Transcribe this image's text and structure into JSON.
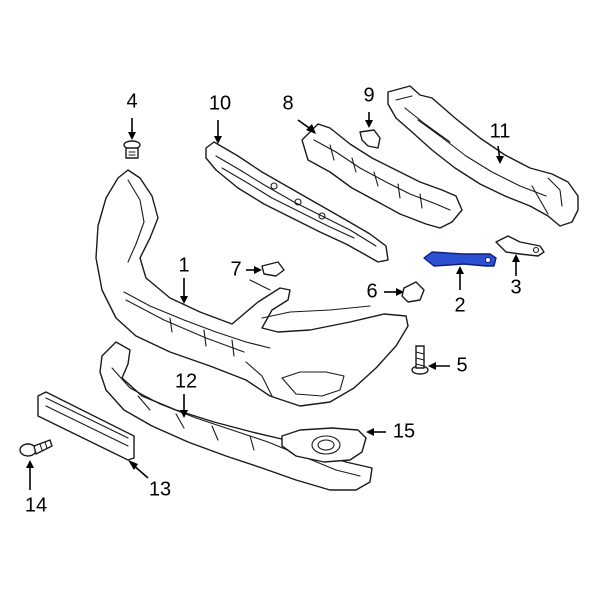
{
  "diagram": {
    "highlight_color": "#2d4fd1",
    "callouts": [
      {
        "id": "c1",
        "label": "1"
      },
      {
        "id": "c2",
        "label": "2"
      },
      {
        "id": "c3",
        "label": "3"
      },
      {
        "id": "c4",
        "label": "4"
      },
      {
        "id": "c5",
        "label": "5"
      },
      {
        "id": "c6",
        "label": "6"
      },
      {
        "id": "c7",
        "label": "7"
      },
      {
        "id": "c8",
        "label": "8"
      },
      {
        "id": "c9",
        "label": "9"
      },
      {
        "id": "c10",
        "label": "10"
      },
      {
        "id": "c11",
        "label": "11"
      },
      {
        "id": "c12",
        "label": "12"
      },
      {
        "id": "c13",
        "label": "13"
      },
      {
        "id": "c14",
        "label": "14"
      },
      {
        "id": "c15",
        "label": "15"
      }
    ]
  }
}
